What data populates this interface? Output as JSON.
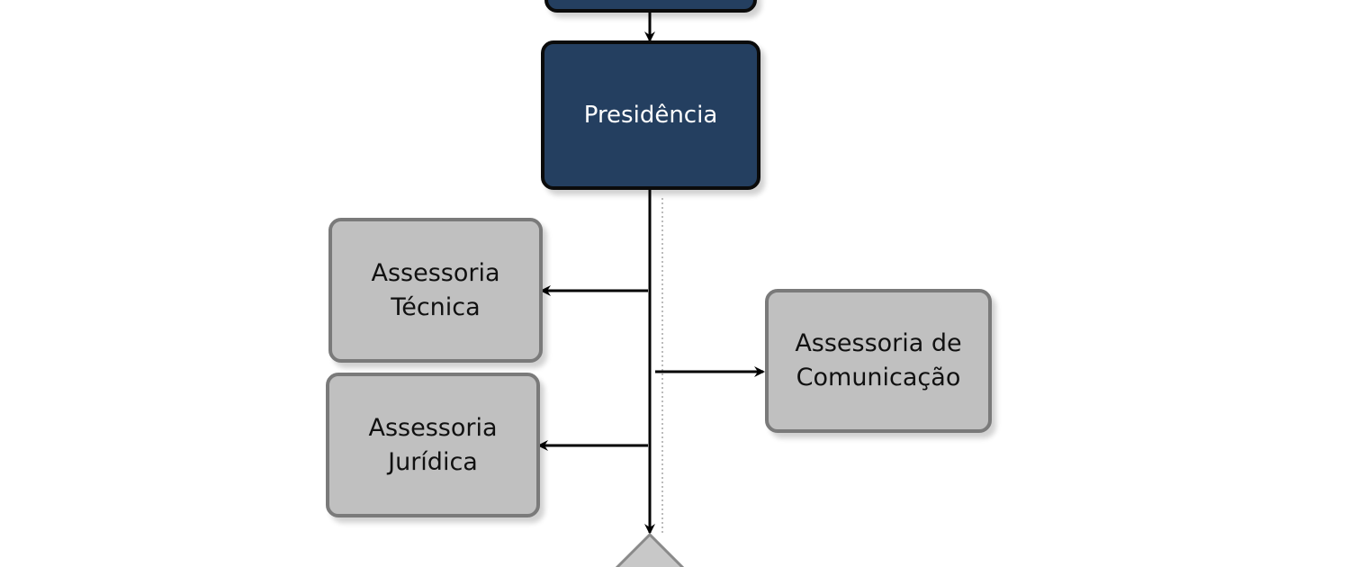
{
  "diagram": {
    "nodes": {
      "presidencia": {
        "label": "Presidência"
      },
      "assessoria_tecnica": {
        "label": "Assessoria\nTécnica"
      },
      "assessoria_juridica": {
        "label": "Assessoria\nJurídica"
      },
      "assessoria_comunicacao": {
        "label": "Assessoria de\nComunicação"
      }
    },
    "colors": {
      "primary_node_fill": "#243f60",
      "secondary_node_fill": "#c0c0c0",
      "secondary_node_border": "#7a7a7a",
      "connector": "#000000"
    }
  }
}
